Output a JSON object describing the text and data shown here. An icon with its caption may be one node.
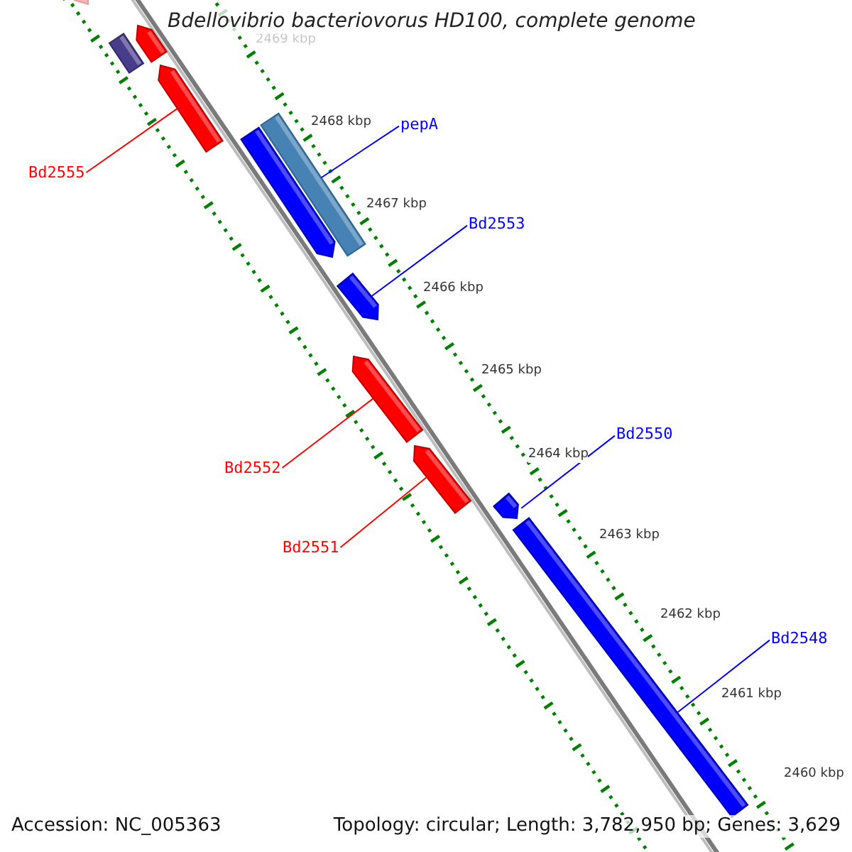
{
  "diagram": {
    "title": "Bdellovibrio bacteriovorus HD100, complete genome",
    "nodes": [
      {
        "text": [],
        "shape": "arrow"
      },
      {
        "text": [],
        "shape": "box"
      },
      {
        "text": [],
        "shape": "arrow"
      },
      {
        "text": [],
        "shape": "arrow"
      },
      {
        "text": [],
        "shape": "box"
      },
      {
        "text": [],
        "shape": "arrow"
      },
      {
        "text": [],
        "shape": "arrow"
      },
      {
        "text": [],
        "shape": "arrow"
      },
      {
        "text": [],
        "shape": "arrow"
      },
      {
        "text": [],
        "shape": "arrow"
      },
      {
        "text": [],
        "shape": "box"
      },
      {
        "text": [
          "Bd2555"
        ]
      },
      {
        "text": [
          "pepA"
        ]
      },
      {
        "text": [
          "Bd2553"
        ]
      },
      {
        "text": [
          "Bd2552"
        ]
      },
      {
        "text": [
          "Bd2550"
        ]
      },
      {
        "text": [
          "Bd2551"
        ]
      },
      {
        "text": [
          "Bd2548"
        ]
      }
    ],
    "edges": [
      {
        "from": 11,
        "to": 3,
        "arrow": "none",
        "color": "#ff0000"
      },
      {
        "from": 12,
        "to": 4,
        "arrow": "none"
      },
      {
        "from": 13,
        "to": 6,
        "arrow": "none"
      },
      {
        "from": 14,
        "to": 7,
        "arrow": "none",
        "color": "#ff0000"
      },
      {
        "from": 15,
        "to": 9,
        "arrow": "none"
      },
      {
        "from": 16,
        "to": 8,
        "arrow": "none",
        "color": "#ff0000"
      },
      {
        "from": 17,
        "to": 10,
        "arrow": "none"
      }
    ],
    "labels": [
      "2469 kbp",
      "2468 kbp",
      "2467 kbp",
      "2466 kbp",
      "2465 kbp",
      "2464 kbp",
      "2463 kbp",
      "2462 kbp",
      "2461 kbp",
      "2460 kbp",
      "Accession: NC_005363",
      "Topology: circular; Length: 3,782,950 bp; Genes: 3,629"
    ]
  }
}
